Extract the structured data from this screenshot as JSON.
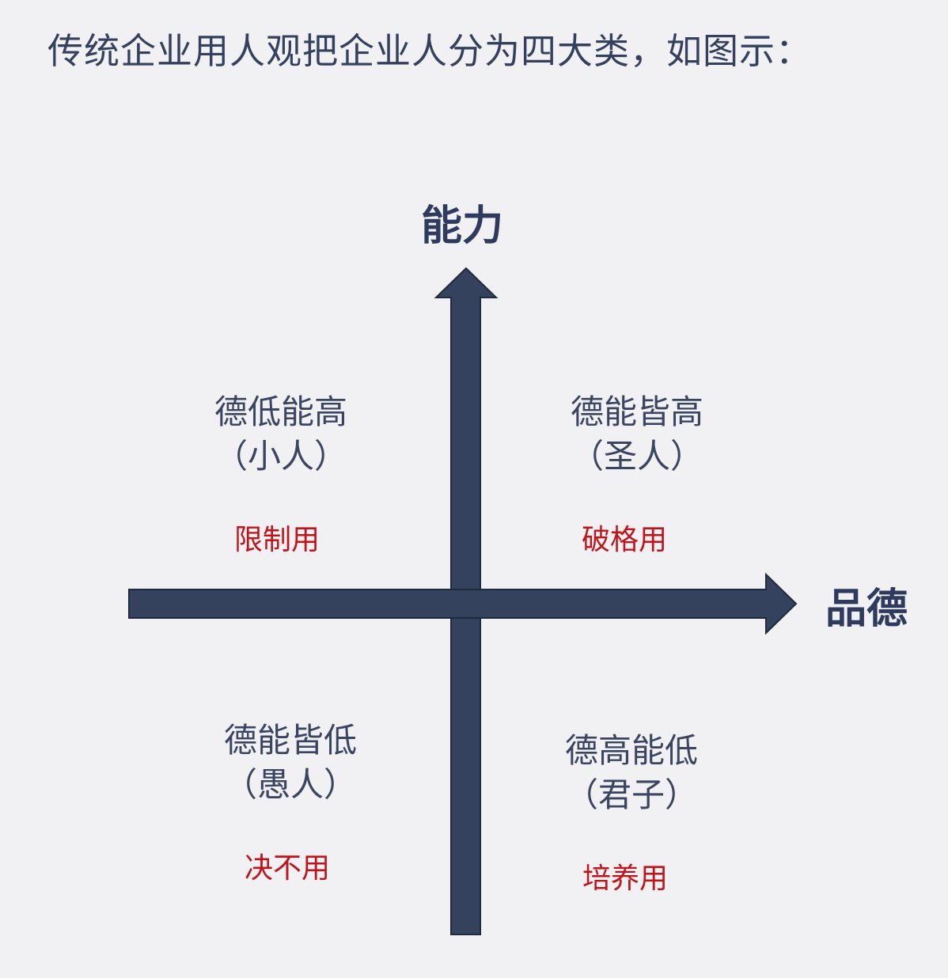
{
  "title": "传统企业用人观把企业人分为四大类，如图示：",
  "axes": {
    "y_label": "能力",
    "x_label": "品德",
    "color": "#34425e",
    "stroke": "#1f2a3f"
  },
  "quadrants": {
    "top_left": {
      "title": "德低能高",
      "subtitle": "（小人）",
      "usage": "限制用"
    },
    "top_right": {
      "title": "德能皆高",
      "subtitle": "（圣人）",
      "usage": "破格用"
    },
    "bottom_left": {
      "title": "德能皆低",
      "subtitle": "（愚人）",
      "usage": "决不用"
    },
    "bottom_right": {
      "title": "德高能低",
      "subtitle": "（君子）",
      "usage": "培养用"
    }
  },
  "colors": {
    "background": "#f1f0f2",
    "text": "#3a4562",
    "usage_text": "#c0141c"
  }
}
